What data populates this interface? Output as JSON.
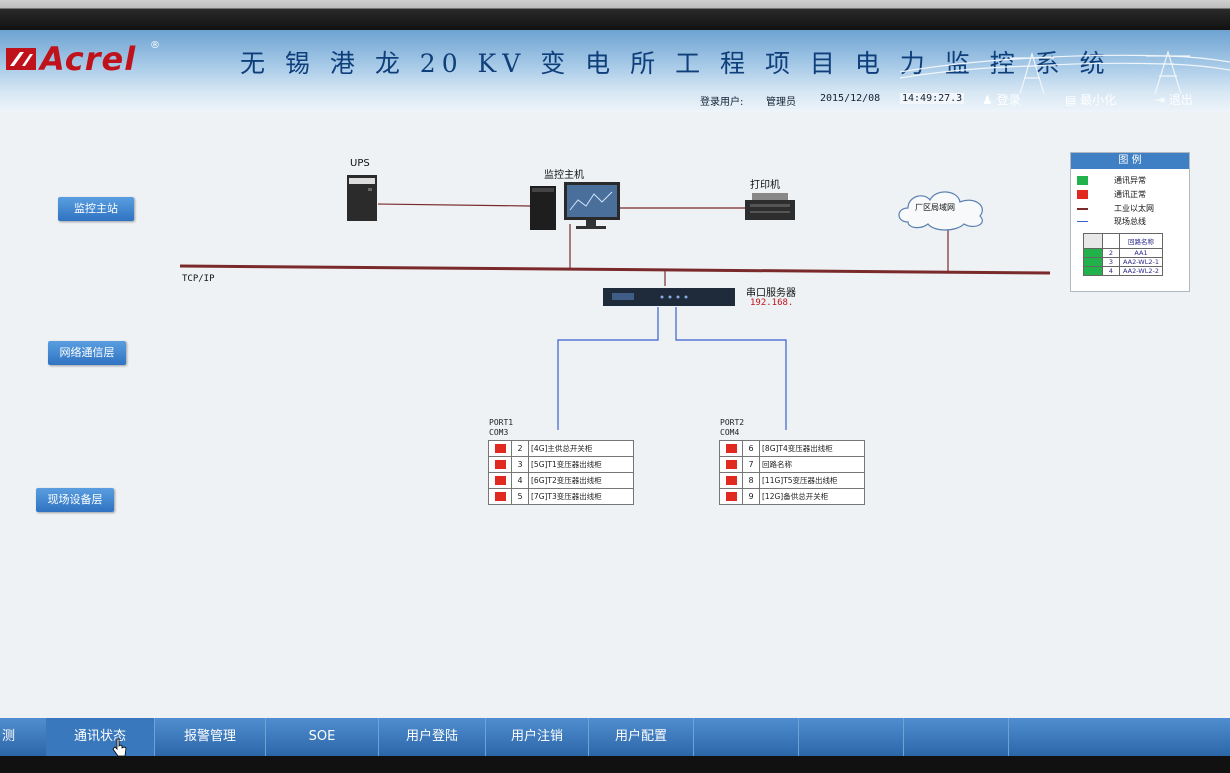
{
  "header": {
    "logo_text": "Acrel",
    "logo_reg": "®",
    "title": "无 锡 港 龙 20 KV 变 电 所 工 程 项 目 电 力 监 控 系 统",
    "login_user_label": "登录用户:",
    "login_user_value": "管理员",
    "date": "2015/12/08",
    "time": "14:49:27.3",
    "login_button": "登录",
    "minimize_button": "最小化",
    "exit_button": "退出"
  },
  "layers": {
    "monitor_station": "监控主站",
    "network_layer": "网络通信层",
    "field_layer": "现场设备层"
  },
  "devices": {
    "ups": "UPS",
    "host": "监控主机",
    "printer": "打印机",
    "lan": "厂区局域网",
    "tcpip": "TCP/IP",
    "serial_server": "串口服务器",
    "serial_ip": "192.168."
  },
  "ports": [
    {
      "name": "PORT1",
      "com": "COM3",
      "rows": [
        {
          "no": "2",
          "label": "[4G]主供总开关柜"
        },
        {
          "no": "3",
          "label": "[5G]T1变压器出线柜"
        },
        {
          "no": "4",
          "label": "[6G]T2变压器出线柜"
        },
        {
          "no": "5",
          "label": "[7G]T3变压器出线柜"
        }
      ]
    },
    {
      "name": "PORT2",
      "com": "COM4",
      "rows": [
        {
          "no": "6",
          "label": "[8G]T4变压器出线柜"
        },
        {
          "no": "7",
          "label": "回路名称"
        },
        {
          "no": "8",
          "label": "[11G]T5变压器出线柜"
        },
        {
          "no": "9",
          "label": "[12G]备供总开关柜"
        }
      ]
    }
  ],
  "legend": {
    "title": "图 例",
    "items": [
      {
        "label": "通讯异常",
        "color": "#22b24c"
      },
      {
        "label": "通讯正常",
        "color": "#e02a20"
      },
      {
        "label": "工业以太网",
        "color": "#7a2a2a"
      },
      {
        "label": "现场总线",
        "color": "#3a5fd0"
      }
    ],
    "mini_header": "回路名称",
    "mini_rows": [
      {
        "no": "2",
        "name": "AA1"
      },
      {
        "no": "3",
        "name": "AA2-WL2-1"
      },
      {
        "no": "4",
        "name": "AA2-WL2-2"
      }
    ]
  },
  "nav": {
    "items": [
      "测",
      "通讯状态",
      "报警管理",
      "SOE",
      "用户登陆",
      "用户注销",
      "用户配置",
      "",
      "",
      "",
      ""
    ]
  },
  "colors": {
    "status_red": "#e02a20",
    "status_green": "#22b24c",
    "ethernet": "#7a2a2a",
    "fieldbus": "#3a5fd0"
  }
}
